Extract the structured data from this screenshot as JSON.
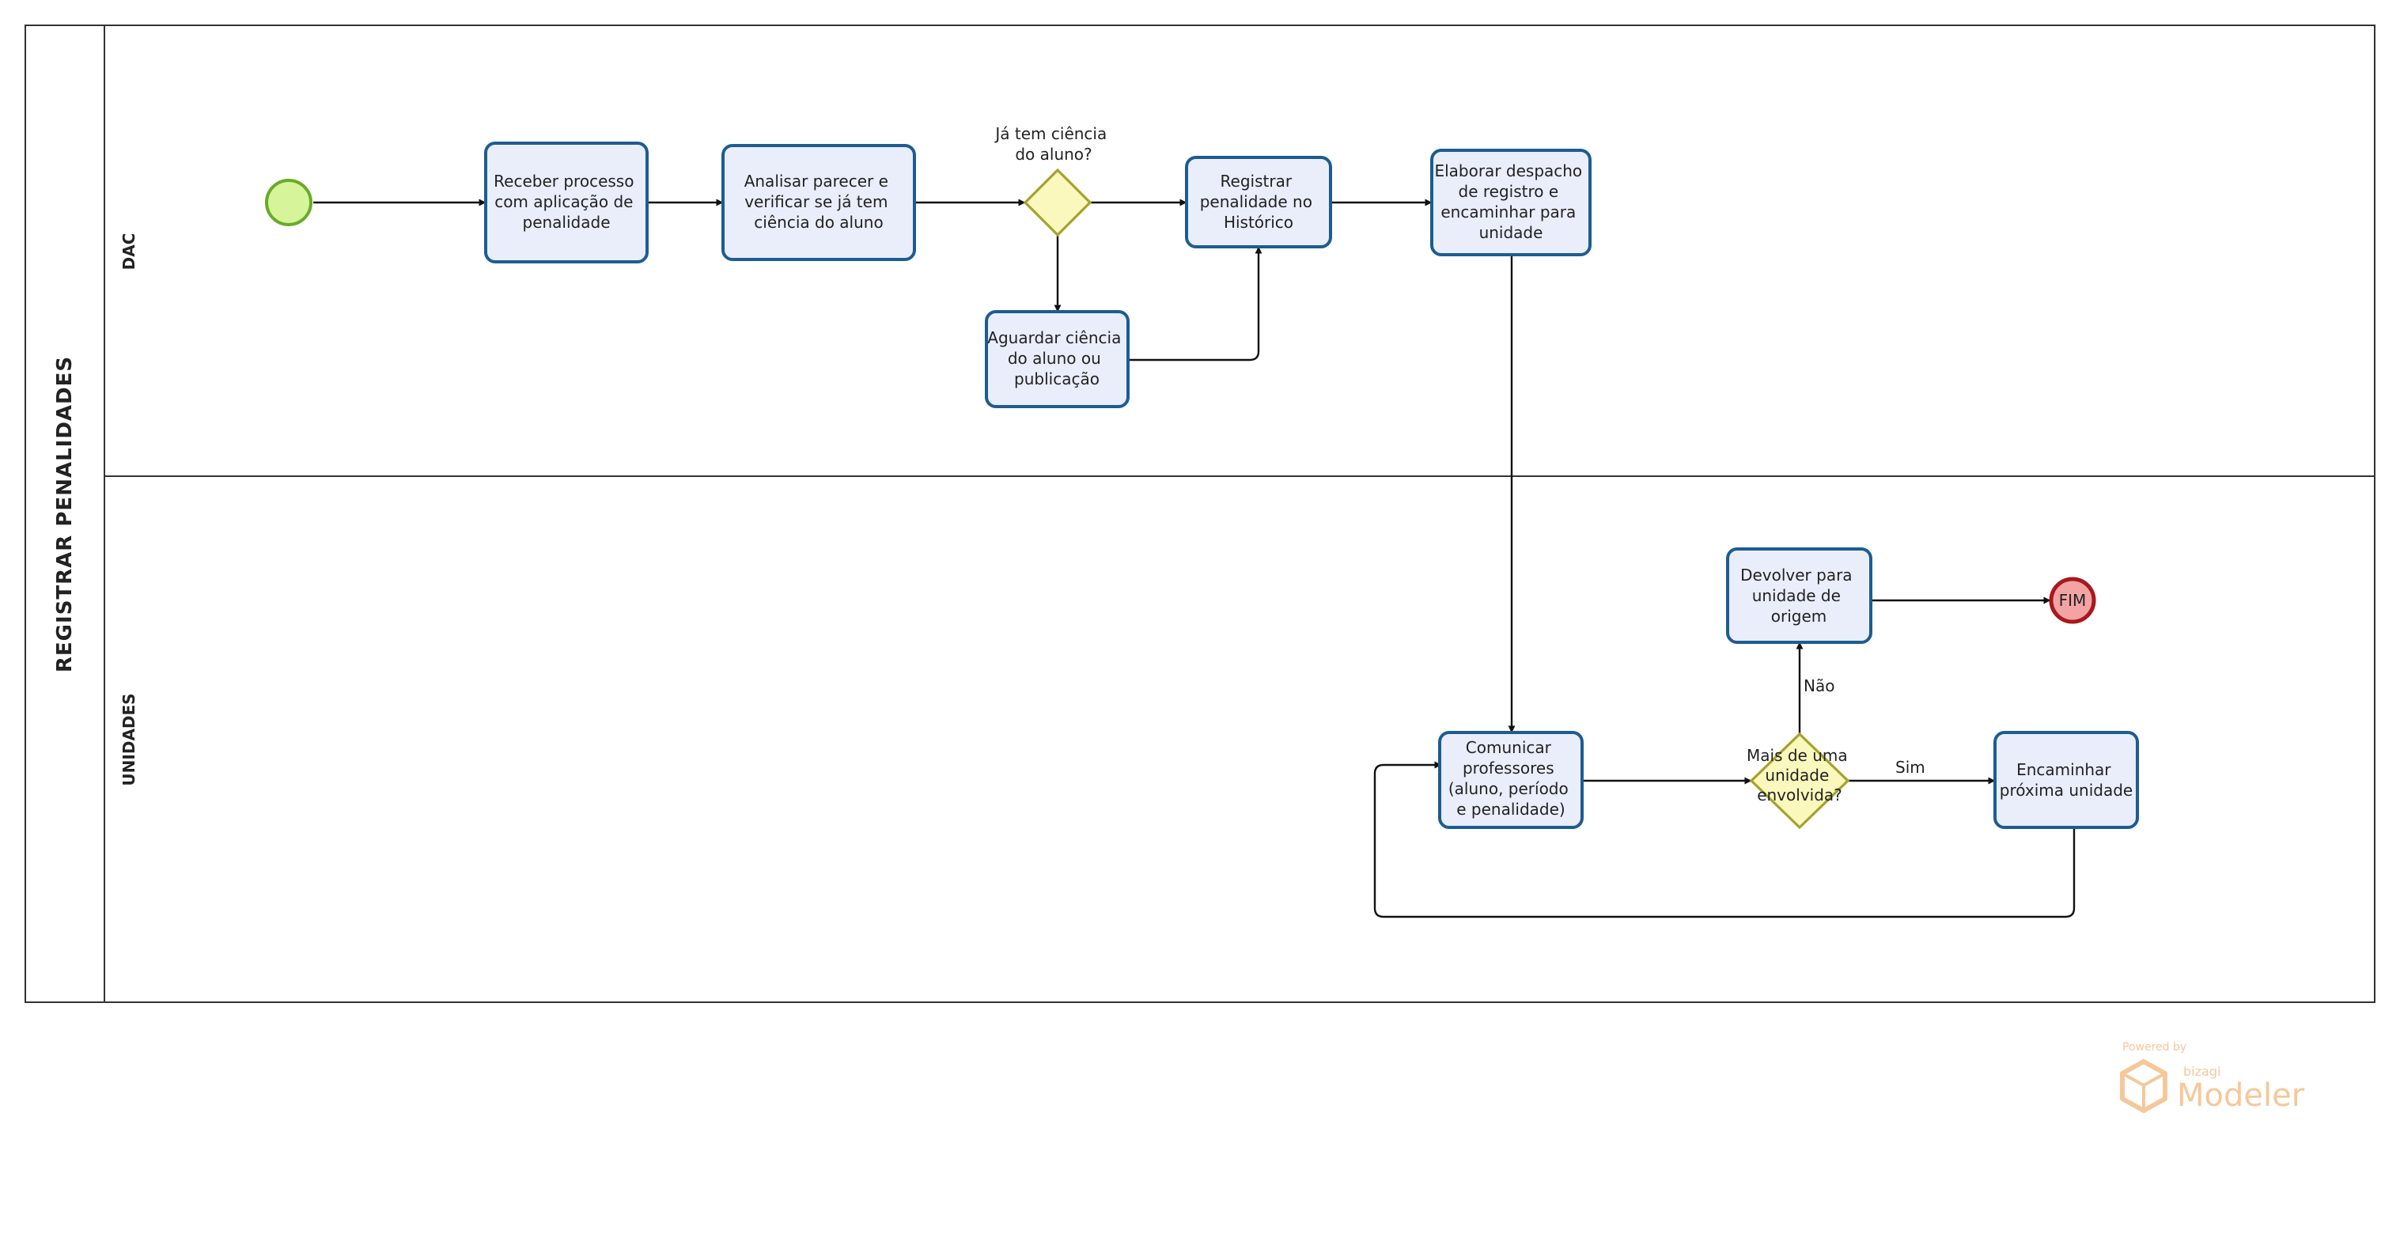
{
  "pool": {
    "title": "REGISTRAR  PENALIDADES"
  },
  "lanes": [
    {
      "id": "dac",
      "title": "DAC"
    },
    {
      "id": "unidades",
      "title": "UNIDADES"
    }
  ],
  "tasks": {
    "receber": [
      "Receber processo",
      "com aplicação de",
      "penalidade"
    ],
    "analisar": [
      "Analisar parecer e",
      "verificar se já tem",
      "ciência do aluno"
    ],
    "registrar": [
      "Registrar",
      "penalidade no",
      "Histórico"
    ],
    "aguardar": [
      "Aguardar ciência",
      "do aluno ou",
      "publicação"
    ],
    "elaborar": [
      "Elaborar despacho",
      "de registro e",
      "encaminhar para",
      "unidade"
    ],
    "devolver": [
      "Devolver para",
      "unidade de",
      "origem"
    ],
    "comunicar": [
      "Comunicar",
      "professores",
      "(aluno, período",
      "e penalidade)"
    ],
    "encaminhar": [
      "Encaminhar",
      "próxima unidade"
    ]
  },
  "gateways": {
    "ciencia": [
      "Já tem ciência",
      "do aluno?"
    ],
    "mais_unidade": [
      "Mais de uma",
      "unidade",
      "envolvida?"
    ]
  },
  "flow_labels": {
    "nao": "Não",
    "sim": "Sim"
  },
  "end_event": {
    "label": "FIM"
  },
  "watermark": {
    "powered": "Powered by",
    "brand": "bizagi",
    "product": "Modeler"
  },
  "colors": {
    "task_fill": "#eaeefb",
    "task_stroke": "#1d5c92",
    "start_fill": "#d6f59a",
    "start_stroke": "#6aaa2a",
    "end_fill": "#f3a3a3",
    "end_stroke": "#a8181c",
    "gateway_fill": "#fbf8bd",
    "gateway_stroke": "#a4a32c",
    "watermark": "#f5c89a"
  }
}
